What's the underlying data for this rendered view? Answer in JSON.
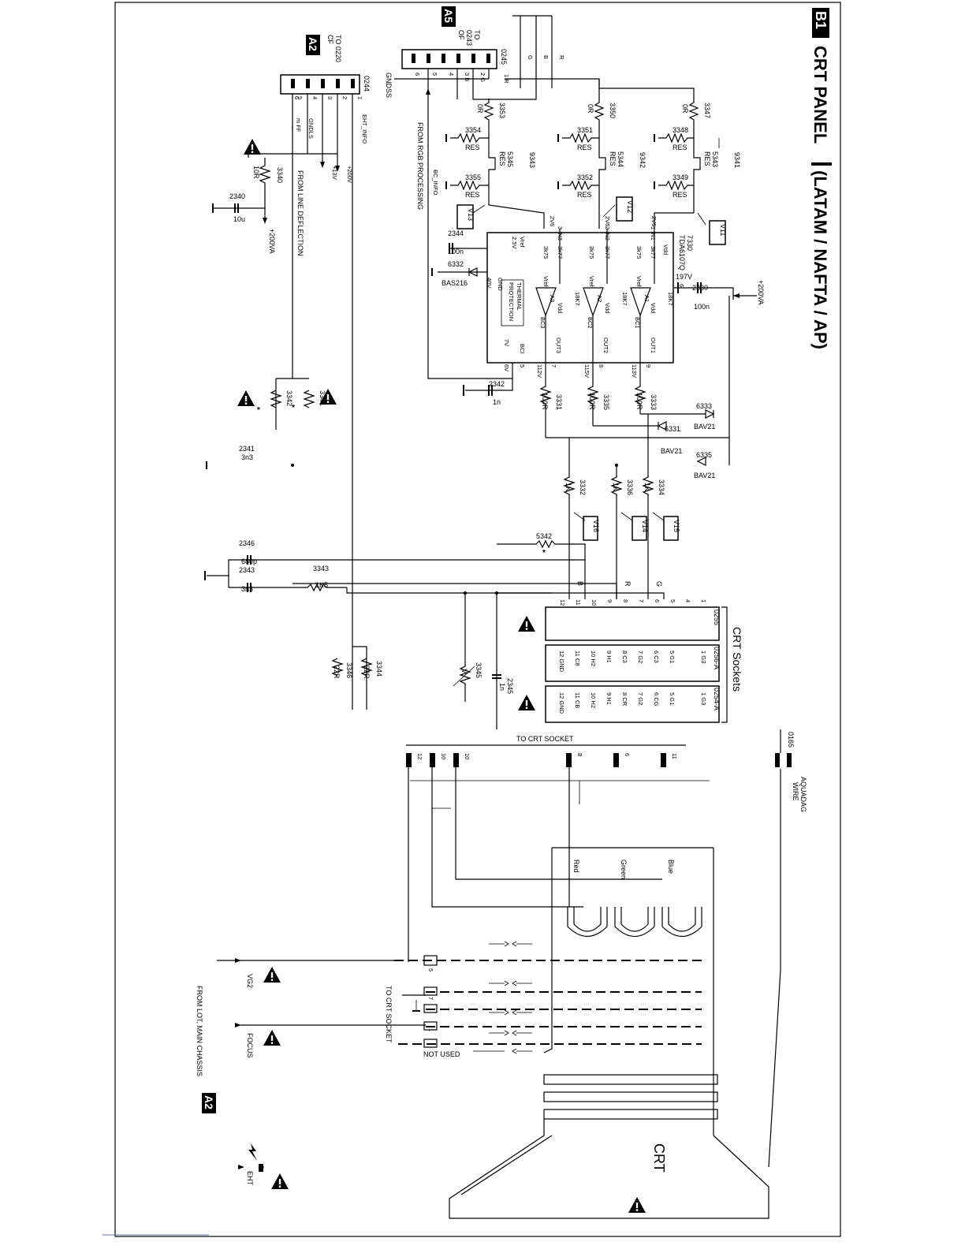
{
  "sheet": {
    "code": "B1",
    "title": "CRT PANEL",
    "region": "(LATAM / NAFTA / AP)"
  },
  "refs": {
    "a5": {
      "tag": "A5",
      "text1": "TO",
      "text2": "0243",
      "text3": "OF"
    },
    "a2_top": {
      "tag": "A2",
      "text1": "TO 0220",
      "text2": "CF"
    },
    "a2_bottom": {
      "tag": "A2",
      "text": "FROM LOT, MAIN CHASSIS"
    }
  },
  "connectors": {
    "c0244": {
      "ref": "0244",
      "pins": [
        "1",
        "2",
        "3",
        "4",
        "5",
        "6"
      ],
      "gnd": "GNDLS",
      "rf": "m FF",
      "eht": "EHT_INFO",
      "v200": "+200V",
      "v13": "+13V"
    },
    "c0245": {
      "ref": "0245",
      "pins": [
        "1 R",
        "2 G",
        "3 B",
        "4",
        "5",
        "6"
      ],
      "gnd": "GNDSS"
    },
    "c0255": {
      "ref": "0255",
      "pins": [
        "1",
        "4",
        "5",
        "6",
        "7",
        "8",
        "9",
        "10",
        "11",
        "12"
      ]
    },
    "c0256": {
      "ref": "0256-A",
      "pins": [
        "1 G3",
        "5 G1",
        "6 C3",
        "7 G2",
        "8 C3",
        "9 H1",
        "10 H2",
        "11 C8",
        "12 GND"
      ]
    },
    "c0254": {
      "ref": "0254-A",
      "pins": [
        "1 G3",
        "5 G1",
        "6 CG",
        "7 G2",
        "8 CR",
        "9 H1",
        "10 H2",
        "11 CB",
        "12 GND"
      ]
    },
    "c0165": {
      "ref": "0165",
      "aquadag": "AQUADAG",
      "wire": "WIRE"
    }
  },
  "ic": {
    "ref": "7330",
    "part": "TDA6107Q",
    "vdd": "Vdd",
    "v197": "197V",
    "pin6": "6",
    "pins_in": [
      "1 IN1",
      "2 IN2",
      "3 IN3"
    ],
    "r3k77": "3k77",
    "r3k75": "3k75",
    "r18k7": "18K7",
    "amps": [
      "A1",
      "A2",
      "A3"
    ],
    "bc": [
      "BC1",
      "BC2",
      "BC3"
    ],
    "outs": [
      "OUT1",
      "OUT2",
      "OUT3"
    ],
    "vref": "Vref",
    "vref25": "2.5V",
    "gnd": "GND",
    "v40": "40V",
    "thermal1": "THERMAL",
    "thermal2": "PROTECTION",
    "bci": "BCI",
    "v7": "7V",
    "pin5": "5",
    "v6": "6V",
    "pin7": "7",
    "pin8": "8",
    "pin9": "9",
    "v112": "112V",
    "v115": "115V",
    "v113": "113V",
    "v2v6": "2V6"
  },
  "parts": {
    "r3347": {
      "ref": "3347",
      "val": "0R"
    },
    "r3348": {
      "ref": "3348",
      "val": "RES"
    },
    "r3349": {
      "ref": "3349",
      "val": "RES"
    },
    "l5343": {
      "ref": "5343",
      "val": "RES"
    },
    "r3350": {
      "ref": "3350",
      "val": "0R"
    },
    "r3351": {
      "ref": "3351",
      "val": "RES"
    },
    "r3352": {
      "ref": "3352",
      "val": "RES"
    },
    "l5344": {
      "ref": "5344",
      "val": "RES"
    },
    "r3353": {
      "ref": "3353",
      "val": "0R"
    },
    "r3354": {
      "ref": "3354",
      "val": "RES"
    },
    "r3355": {
      "ref": "3355",
      "val": "RES"
    },
    "l5345": {
      "ref": "5345",
      "val": "RES"
    },
    "s9341": "9341",
    "s9342": "9342",
    "s9343": "9343",
    "c2330": {
      "ref": "2330",
      "val": "100n"
    },
    "c2344": {
      "ref": "2344",
      "val": "100n"
    },
    "d6332": {
      "ref": "6332",
      "val": "BAS216"
    },
    "c2342": {
      "ref": "2342",
      "val": "1n"
    },
    "r3333": {
      "ref": "3333",
      "val": "100R"
    },
    "r3335": {
      "ref": "3335",
      "val": "100R"
    },
    "r3331": {
      "ref": "3331",
      "val": "100R"
    },
    "d6333": {
      "ref": "6333",
      "val": "BAV21"
    },
    "d6331": {
      "ref": "6331",
      "val": "BAV21"
    },
    "d6335": {
      "ref": "6335",
      "val": "BAV21"
    },
    "r3334": {
      "ref": "3334",
      "val": "1K"
    },
    "r3336": {
      "ref": "3336",
      "val": "1K"
    },
    "r3332": {
      "ref": "3332",
      "val": "1K"
    },
    "l5342": {
      "ref": "5342",
      "val": "*"
    },
    "r3340": {
      "ref": "3340",
      "val": "10R"
    },
    "c2340": {
      "ref": "2340",
      "val": "10u"
    },
    "r3341": {
      "ref": "3341",
      "val": "*"
    },
    "r3342": {
      "ref": "3342",
      "val": "*"
    },
    "c2341": {
      "ref": "2341",
      "val": "3n3"
    },
    "c2346": {
      "ref": "2346",
      "val": "680p"
    },
    "c2343": {
      "ref": "2343",
      "val": "3n3"
    },
    "r3343": {
      "ref": "3343",
      "val": "1K5"
    },
    "r3344": {
      "ref": "3344",
      "val": "22R"
    },
    "r3346": {
      "ref": "3346",
      "val": "22R"
    },
    "r3345": {
      "ref": "3345",
      "val": "V"
    },
    "c2345": {
      "ref": "2345",
      "val": "1n"
    }
  },
  "tests": [
    "V11",
    "V12",
    "V13",
    "V14",
    "V15",
    "V16"
  ],
  "nets": {
    "v200va": "+200VA",
    "bc_info": "BC_INFO",
    "from_rgb": "FROM RGB PROCESSING",
    "from_line": "FROM LINE DEFLECTION",
    "rgb_r": "R",
    "rgb_g": "G",
    "rgb_b": "B",
    "vg2": "VG2",
    "focus": "FOCUS",
    "eht": "EHT",
    "not_used": "NOT USED",
    "to_crt_socket": "TO CRT SOCKET",
    "to_crt_socket2": "TO CRT SOCKET",
    "crt_sockets": "CRT Sockets",
    "crt": "CRT",
    "red": "Red",
    "green": "Green",
    "blue": "Blue",
    "pin5": "5",
    "pin7": "7",
    "pin1": "1",
    "sock_pins": [
      "12",
      "10",
      "10",
      "8",
      "6",
      "11"
    ]
  },
  "warning_symbol": "warning-triangle-icon",
  "spark_symbol": "lightning-icon"
}
